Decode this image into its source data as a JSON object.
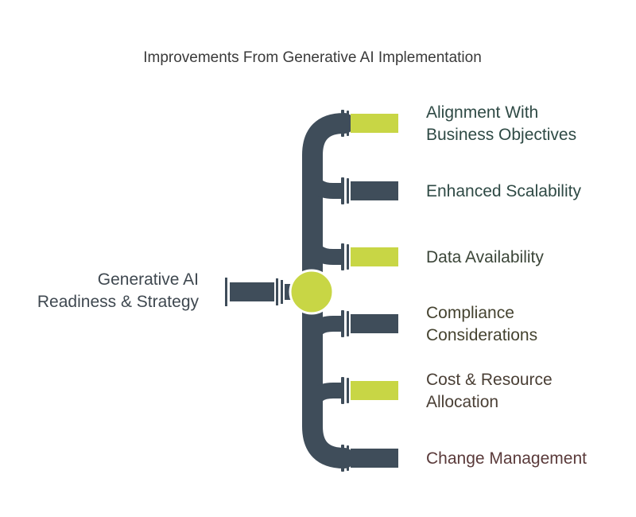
{
  "title": "Improvements From Generative AI Implementation",
  "source": {
    "label_lines": [
      "Generative AI",
      "Readiness & Strategy"
    ]
  },
  "outputs": [
    {
      "lines": [
        "Alignment With",
        "Business Objectives"
      ],
      "pipe_color": "#c8d645",
      "text_color": "#2f4a45"
    },
    {
      "lines": [
        "Enhanced Scalability"
      ],
      "pipe_color": "#3f4d5a",
      "text_color": "#2f4a45"
    },
    {
      "lines": [
        "Data Availability"
      ],
      "pipe_color": "#c8d645",
      "text_color": "#3b4538"
    },
    {
      "lines": [
        "Compliance",
        "Considerations"
      ],
      "pipe_color": "#3f4d5a",
      "text_color": "#454330"
    },
    {
      "lines": [
        "Cost & Resource",
        "Allocation"
      ],
      "pipe_color": "#c8d645",
      "text_color": "#4a3f35"
    },
    {
      "lines": [
        "Change Management"
      ],
      "pipe_color": "#3f4d5a",
      "text_color": "#5a3a3a"
    }
  ],
  "colors": {
    "trunk": "#3f4d5a",
    "hub": "#c8d645",
    "hub_stroke": "#ffffff",
    "flange": "#3f4d5a"
  }
}
